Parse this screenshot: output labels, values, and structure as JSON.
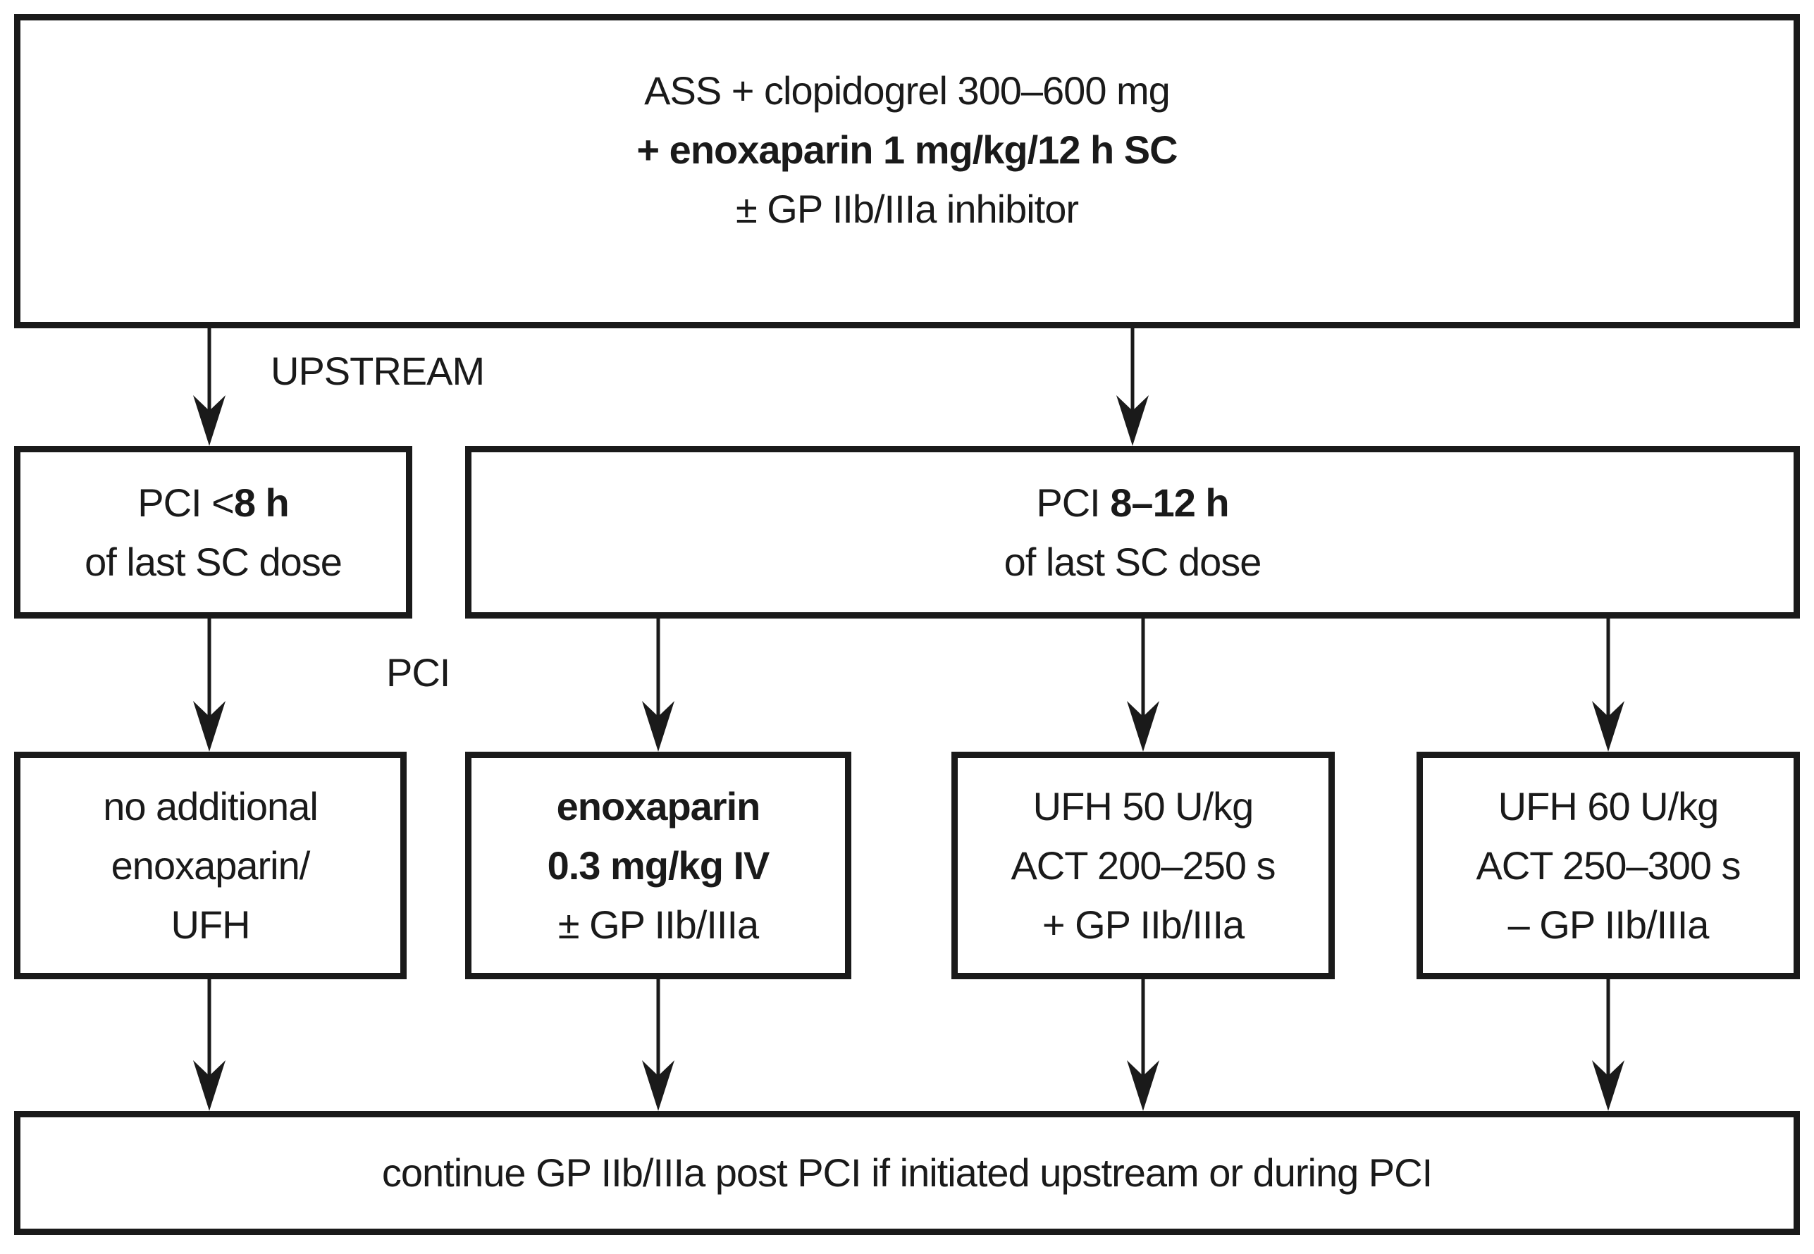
{
  "colors": {
    "ink": "#1a1a1a",
    "background": "#ffffff"
  },
  "top_box": {
    "line1": "ASS + clopidogrel 300–600 mg",
    "line2": "+ enoxaparin 1 mg/kg/12 h SC",
    "line3": "± GP IIb/IIIa inhibitor"
  },
  "labels": {
    "upstream": "UPSTREAM",
    "pci": "PCI"
  },
  "pci_early_box": {
    "line1_prefix": "PCI <",
    "line1_bold": "8 h",
    "line2": "of last SC dose"
  },
  "pci_late_box": {
    "line1_prefix": "PCI ",
    "line1_bold": "8–12 h",
    "line2": "of last SC dose"
  },
  "no_additional_box": {
    "line1": "no additional",
    "line2": "enoxaparin/",
    "line3": "UFH"
  },
  "enoxaparin_iv_box": {
    "line1": "enoxaparin",
    "line2": "0.3 mg/kg IV",
    "line3": "± GP IIb/IIIa"
  },
  "ufh50_box": {
    "line1": "UFH 50 U/kg",
    "line2": "ACT 200–250 s",
    "line3": "+ GP IIb/IIIa"
  },
  "ufh60_box": {
    "line1": "UFH 60 U/kg",
    "line2": "ACT 250–300 s",
    "line3": "– GP IIb/IIIa"
  },
  "continue_box": {
    "line1": "continue GP IIb/IIIa post PCI if initiated upstream or during PCI"
  }
}
